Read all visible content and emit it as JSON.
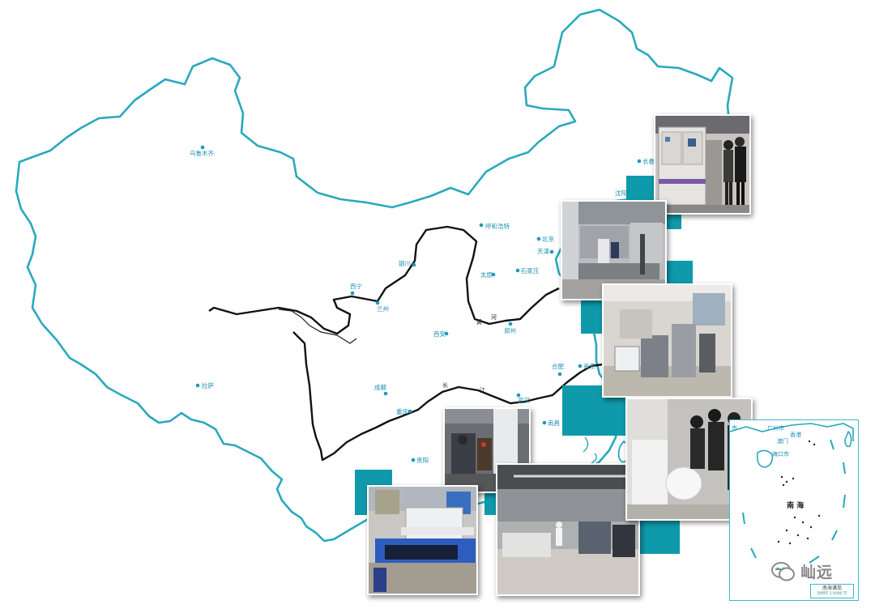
{
  "map": {
    "cities": [
      {
        "name": "乌鲁木齐",
        "key": "urumqi"
      },
      {
        "name": "拉萨",
        "key": "lhasa"
      },
      {
        "name": "西宁",
        "key": "xining"
      },
      {
        "name": "兰州",
        "key": "lanzhou"
      },
      {
        "name": "银川",
        "key": "yinchuan"
      },
      {
        "name": "呼和浩特",
        "key": "hohhot"
      },
      {
        "name": "太原",
        "key": "taiyuan"
      },
      {
        "name": "石家庄",
        "key": "shijiazhuang"
      },
      {
        "name": "北京",
        "key": "beijing"
      },
      {
        "name": "天津",
        "key": "tianjin"
      },
      {
        "name": "西安",
        "key": "xian"
      },
      {
        "name": "郑州",
        "key": "zhengzhou"
      },
      {
        "name": "成都",
        "key": "chengdu"
      },
      {
        "name": "重庆",
        "key": "chongqing"
      },
      {
        "name": "贵阳",
        "key": "guiyang"
      },
      {
        "name": "合肥",
        "key": "hefei"
      },
      {
        "name": "南京",
        "key": "nanjing"
      },
      {
        "name": "武汉",
        "key": "wuhan"
      },
      {
        "name": "南昌",
        "key": "nanchang"
      },
      {
        "name": "长春",
        "key": "changchun"
      },
      {
        "name": "沈阳",
        "key": "shenyang"
      }
    ],
    "river_labels": {
      "huanghe_1": "黄",
      "huanghe_2": "河",
      "changjiang_1": "长",
      "changjiang_2": "江"
    },
    "colors": {
      "border": "#29a9bd",
      "river": "#111111",
      "accent_square": "#0f9aab"
    }
  },
  "inset": {
    "cities": {
      "guangzhou": "广州市",
      "hongkong": "香港",
      "macau": "澳门",
      "haikou": "海口市",
      "partial_city": "市"
    },
    "sea_label": "南 海",
    "scale_title": "南海诸岛",
    "scale_text": "比例尺 1:4000 万"
  },
  "photos": [
    {
      "key": "control-cabinet",
      "subject": "control-cabinet-photo"
    },
    {
      "key": "factory-line",
      "subject": "factory-line-photo"
    },
    {
      "key": "lab-equipment",
      "subject": "lab-equipment-photo"
    },
    {
      "key": "paper-roll-machine",
      "subject": "paper-roll-machine-photo"
    },
    {
      "key": "workshop",
      "subject": "workshop-photo"
    },
    {
      "key": "paper-inspection",
      "subject": "paper-inspection-photo"
    },
    {
      "key": "uv-curing-machine",
      "subject": "uv-curing-machine-photo"
    }
  ],
  "watermark": {
    "text": "屾远",
    "icon": "wechat-icon"
  }
}
